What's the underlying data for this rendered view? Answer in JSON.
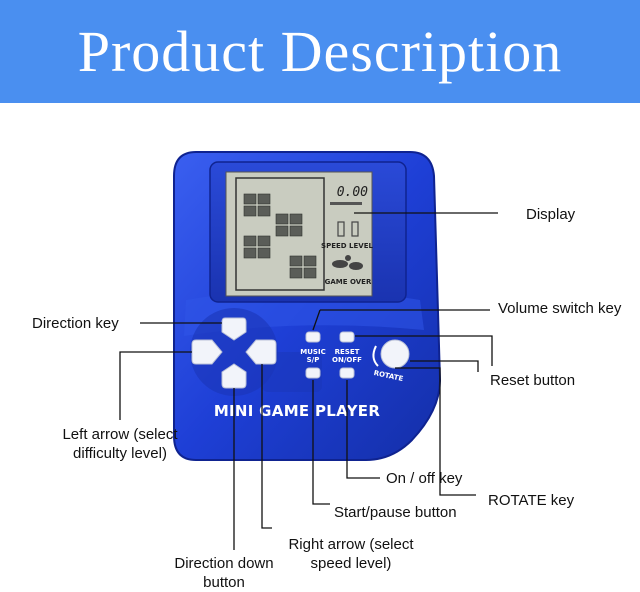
{
  "banner": {
    "title": "Product Description"
  },
  "device": {
    "screen": {
      "score": "0.00",
      "speed_level": "SPEED LEVEL",
      "game_over": "GAME OVER"
    },
    "brand": "MINI GAME PLAYER",
    "btn_music": [
      "MUSIC",
      "S/P"
    ],
    "btn_reset": [
      "RESET",
      "ON/OFF"
    ],
    "btn_rotate": "ROTATE",
    "colors": {
      "shell": "#1e3fd6",
      "shell_dark": "#12279a",
      "screen": "#c9ccc0",
      "button": "#f2f4fa"
    }
  },
  "labels": {
    "display": "Display",
    "volume_switch_key": "Volume switch key",
    "direction_key": "Direction key",
    "reset_button": "Reset button",
    "left_arrow": [
      "Left arrow (select",
      "difficulty level)"
    ],
    "on_off_key": "On / off key",
    "rotate_key": "ROTATE key",
    "start_pause_button": "Start/pause button",
    "right_arrow": [
      "Right arrow (select",
      "speed level)"
    ],
    "direction_down_button": [
      "Direction down",
      "button"
    ]
  }
}
